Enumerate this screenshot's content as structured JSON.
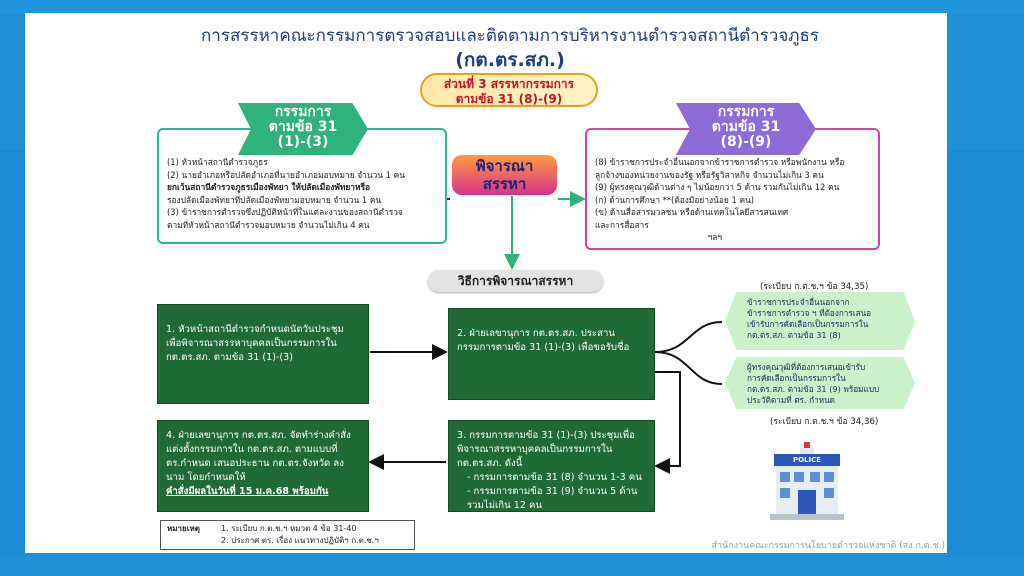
{
  "title": "การสรรหาคณะกรรมการตรวจสอบและติดตามการบริหารงานตำรวจสถานีตำรวจภูธร",
  "subtitle": "(กต.ตร.สภ.)",
  "part3": {
    "line1": "ส่วนที่ 3 สรรหากรรมการ",
    "line2": "ตามข้อ 31 (8)-(9)"
  },
  "left_arrow": {
    "line1": "กรรมการ",
    "line2": "ตามข้อ 31",
    "line3": "(1)-(3)"
  },
  "right_arrow": {
    "line1": "กรรมการ",
    "line2": "ตามข้อ 31",
    "line3": "(8)-(9)"
  },
  "left_box": {
    "items": [
      "(1) หัวหน้าสถานีตำรวจภูธร",
      "(2) นายอำเภอหรือปลัดอำเภอที่นายอำเภอมอบหมาย จำนวน 1 คน",
      "ยกเว้นสถานีตำรวจภูธรเมืองพัทยา ให้ปลัดเมืองพัทยาหรือ",
      "รองปลัดเมืองพัทยาที่ปลัดเมืองพัทยามอบหมาย จำนวน 1 คน",
      "(3) ข้าราชการตำรวจซึ่งปฏิบัติหน้าที่ในแต่ละงานของสถานีตำรวจ",
      "ตามที่หัวหน้าสถานีตำรวจมอบหมาย จำนวนไม่เกิน 4 คน"
    ]
  },
  "right_box": {
    "items": [
      "(8) ข้าราชการประจำอื่นนอกจากข้าราชการตำรวจ หรือพนักงาน หรือ",
      "ลูกจ้างของหน่วยงานของรัฐ หรือรัฐวิสาหกิจ จำนวนไม่เกิน 3 คน",
      "(9) ผู้ทรงคุณวุฒิด้านต่าง ๆ ไม่น้อยกว่า 5 ด้าน รวมกันไม่เกิน 12 คน",
      "(ก) ด้านการศึกษา **(ต้องมีอย่างน้อย 1 คน)",
      "(ข) ด้านสื่อสารมวลชน หรือด้านเทคโนโลยีสารสนเทศ",
      "และการสื่อสาร"
    ],
    "etc": "ฯลฯ"
  },
  "consider": {
    "line1": "พิจารณา",
    "line2": "สรรหา"
  },
  "method": "วิธีการพิจารณาสรรหา",
  "step1": "1. หัวหน้าสถานีตำรวจกำหนดนัดวันประชุม เพื่อพิจารณาสรรหาบุคคลเป็นกรรมการใน กต.ตร.สภ. ตามข้อ 31 (1)-(3)",
  "step2": "2. ฝ่ายเลขานุการ กต.ตร.สภ. ประสาน กรรมการตามข้อ 31 (1)-(3) เพื่อขอรับชื่อ",
  "step3": {
    "main": "3. กรรมการตามข้อ 31 (1)-(3) ประชุมเพื่อพิจารณาสรรหาบุคคลเป็นกรรมการใน กต.ตร.สภ. ดังนี้",
    "sub1": "- กรรมการตามข้อ 31 (8) จำนวน 1-3 คน",
    "sub2": "- กรรมการตามข้อ 31 (9) จำนวน 5 ด้าน รวมไม่เกิน 12 คน"
  },
  "step4": {
    "main": "4. ฝ่ายเลขานุการ กต.ตร.สภ. จัดทำร่างคำสั่งแต่งตั้งกรรมการใน กต.ตร.สภ. ตามแบบที่ ตร.กำหนด เสนอประธาน กต.ตร.จังหวัด ลงนาม โดยกำหนดให้",
    "emph": "คำสั่งมีผลในวันที่ 15 ม.ค.68 พร้อมกัน"
  },
  "reg_top": "(ระเบียบ ก.ต.ช.ฯ ข้อ 34,35)",
  "reg_bottom": "(ระเบียบ ก.ต.ช.ฯ ข้อ 34,36)",
  "hex1": {
    "line1": "ข้าราชการประจำอื่นนอกจาก",
    "line2": "ข้าราชการตำรวจ ฯ ที่ต้องการเสนอ",
    "line3": "เข้ารับการคัดเลือกเป็นกรรมการใน",
    "line4": "กต.ตร.สภ. ตามข้อ 31 (8)"
  },
  "hex2": {
    "line1": "ผู้ทรงคุณวุฒิที่ต้องการเสนอเข้ารับ",
    "line2": "การคัดเลือกเป็นกรรมการใน",
    "line3": "กต.ตร.สภ. ตามข้อ 31 (9) พร้อมแบบ",
    "line4": "ประวัติตามที่ ตร. กำหนด"
  },
  "note": {
    "label": "หมายเหตุ",
    "line1": "1. ระเบียบ ก.ต.ช.ฯ หมวด 4 ข้อ 31-40",
    "line2": "2. ประกาศ ตร. เรื่อง แนวทางปฏิบัติฯ ก.ต.ช.ฯ"
  },
  "police_sign": "POLICE",
  "footer": "สำนักงานคณะกรรมการนโยบายตำรวจแห่งชาติ (สง.ก.ต.ช.)"
}
